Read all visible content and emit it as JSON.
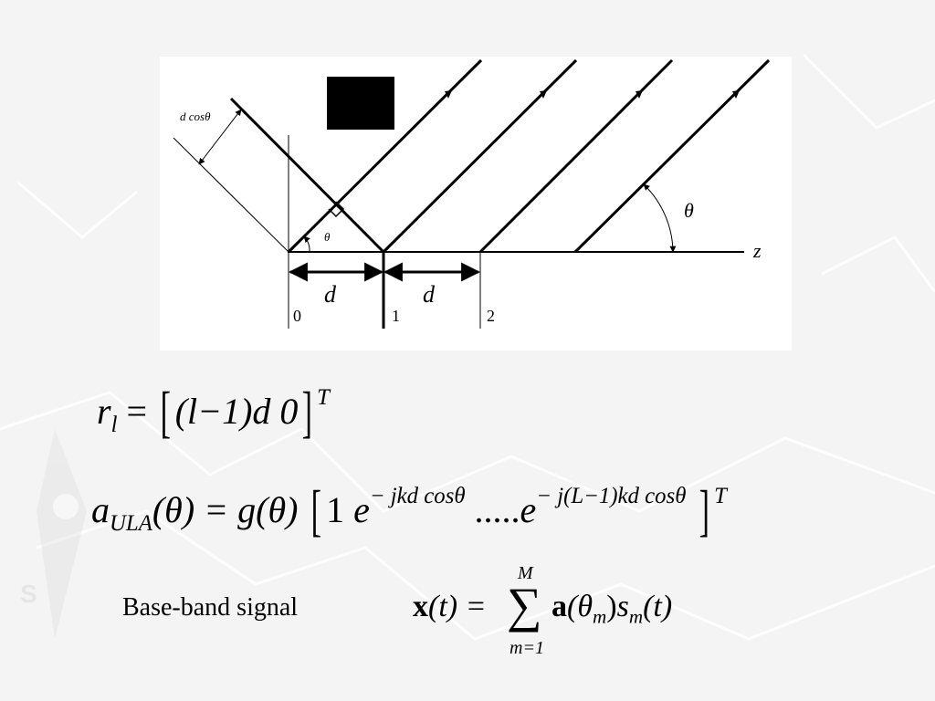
{
  "figure": {
    "labels": {
      "dcos": "d cosθ",
      "theta_small": "θ",
      "theta_large": "θ",
      "axis_z": "z",
      "spacing_1": "d",
      "spacing_2": "d",
      "elem_0": "0",
      "elem_1": "1",
      "elem_2": "2"
    }
  },
  "equations": {
    "r": {
      "lhs": "r",
      "lhs_sub": "l",
      "eq": "=",
      "content": "(l−1)d   0",
      "sup": "T"
    },
    "a": {
      "lhs": "a",
      "lhs_sub": "ULA",
      "arg": "(θ) = ",
      "g": "g",
      "garg": "(θ)",
      "one": "1",
      "e1": "e",
      "e1_exp": "− jkd cosθ",
      "dots": ".....",
      "e2": "e",
      "e2_exp": "− j(L−1)kd cosθ",
      "sup": "T"
    },
    "x": {
      "label": "Base-band  signal",
      "lhs_bold": "x",
      "lhs_arg": "(t) = ",
      "sum_top": "M",
      "sum_bottom": "m=1",
      "sum_symbol": "∑",
      "a_bold": "a",
      "a_arg_open": "(θ",
      "a_arg_sub": "m",
      "a_arg_close": ")",
      "s": "s",
      "s_sub": "m",
      "s_arg": "(t)"
    }
  }
}
